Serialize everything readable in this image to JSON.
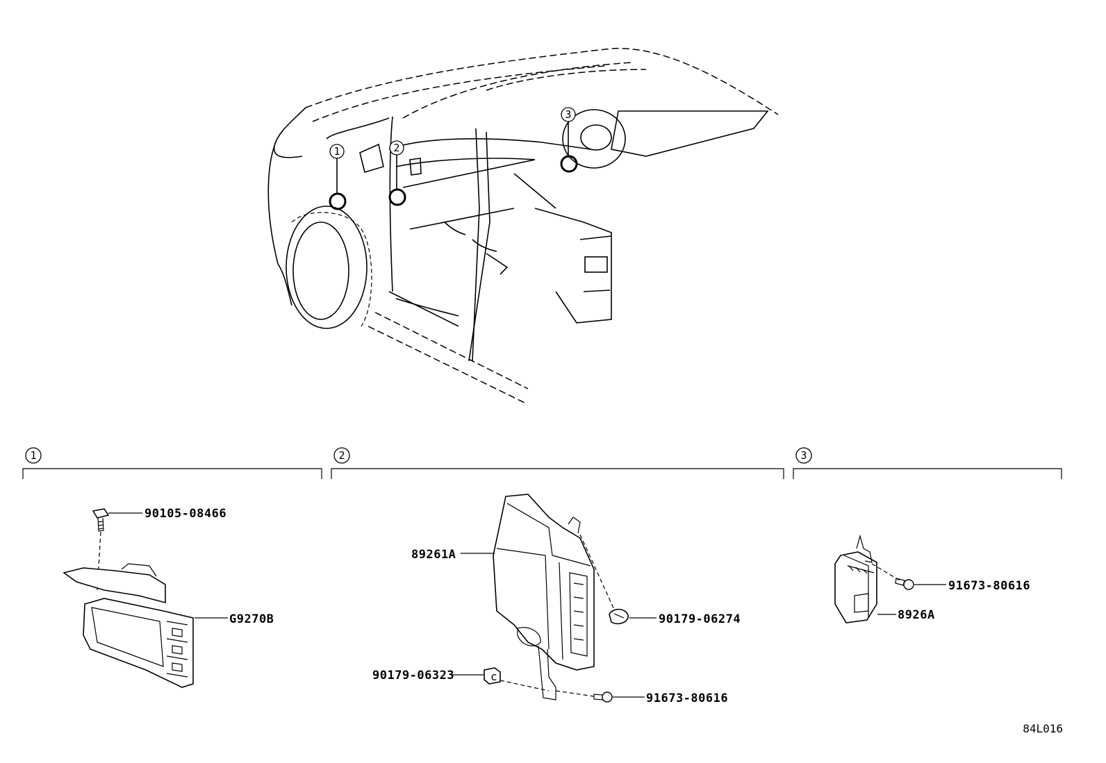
{
  "callouts": {
    "c1": "1",
    "c2": "2",
    "c3": "3"
  },
  "sections": [
    {
      "number": "1"
    },
    {
      "number": "2"
    },
    {
      "number": "3"
    }
  ],
  "parts": {
    "p1_bolt": "90105-08466",
    "p1_module": "G9270B",
    "p2_ecu": "89261A",
    "p2_clip1": "90179-06274",
    "p2_clip2": "90179-06323",
    "p2_bolt": "91673-80616",
    "p3_bolt": "91673-80616",
    "p3_module": "8926A"
  },
  "diagram_code": "84L016"
}
